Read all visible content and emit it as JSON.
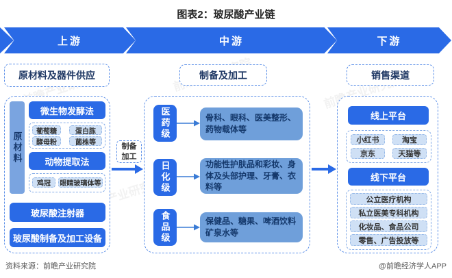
{
  "title": "图表2：玻尿酸产业链",
  "colors": {
    "primary_blue": "#2a6ae6",
    "medium_blue": "#6f9fda",
    "light_blue": "#cfe0f5",
    "navy_text": "#1f3864"
  },
  "banner": {
    "segments": [
      {
        "label": "上游"
      },
      {
        "label": "中游"
      },
      {
        "label": "下游"
      }
    ]
  },
  "upstream": {
    "header": "原材料及器件供应",
    "raw_material_label": "原材料",
    "fermentation": {
      "title": "微生物发酵法",
      "items": [
        "葡萄糖",
        "蛋白胨",
        "酵母粉",
        "菌株等"
      ]
    },
    "animal": {
      "title": "动物提取法",
      "items": [
        "鸡冠",
        "眼睛玻璃体等"
      ]
    },
    "injector": "玻尿酸注射器",
    "equipment": "玻尿酸制备及加工设备"
  },
  "process_connector": {
    "line1": "制备",
    "line2": "加工"
  },
  "midstream": {
    "header": "制备及加工",
    "grades": [
      {
        "label": "医药级",
        "desc": "骨科、眼科、医美整形、药物载体等"
      },
      {
        "label": "日化级",
        "desc": "功能性护肤品和彩妆、身体及头部护理、牙膏、衣料等"
      },
      {
        "label": "食品级",
        "desc": "保健品、糖果、啤酒饮料矿泉水等"
      }
    ]
  },
  "downstream": {
    "header": "销售渠道",
    "online": {
      "title": "线上平台",
      "items": [
        "小红书",
        "淘宝",
        "京东",
        "天猫等"
      ]
    },
    "offline": {
      "title": "线下平台",
      "items": [
        "公立医疗机构",
        "私立医美专科机构",
        "化妆品、食品公司",
        "零售、广告投放等"
      ]
    }
  },
  "footer": {
    "source": "资料来源：前瞻产业研究院",
    "credit": "@前瞻经济学人APP"
  },
  "watermark": "前瞻产业研究院"
}
